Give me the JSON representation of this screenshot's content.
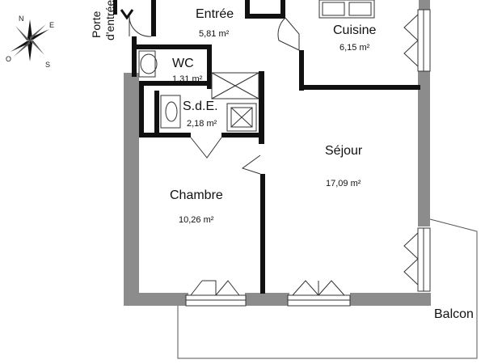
{
  "colors": {
    "wall": "#111111",
    "wall_grey": "#8c8c8c",
    "line": "#333333",
    "balcony_line": "#555555",
    "background": "#ffffff"
  },
  "compass": {
    "n": "N",
    "e": "E",
    "s": "S",
    "o": "O",
    "icon": "compass-rose-icon"
  },
  "entrance": {
    "label_line1": "Porte",
    "label_line2": "d'entrée",
    "icon": "entry-arrow-icon"
  },
  "rooms": {
    "entree": {
      "name": "Entrée",
      "area": "5,81 m²"
    },
    "cuisine": {
      "name": "Cuisine",
      "area": "6,15 m²"
    },
    "wc": {
      "name": "WC",
      "area": "1,31 m²"
    },
    "sde": {
      "name": "S.d.E.",
      "area": "2,18 m²"
    },
    "sejour": {
      "name": "Séjour",
      "area": "17,09 m²"
    },
    "chambre": {
      "name": "Chambre",
      "area": "10,26 m²"
    },
    "balcon": {
      "name": "Balcon"
    }
  }
}
